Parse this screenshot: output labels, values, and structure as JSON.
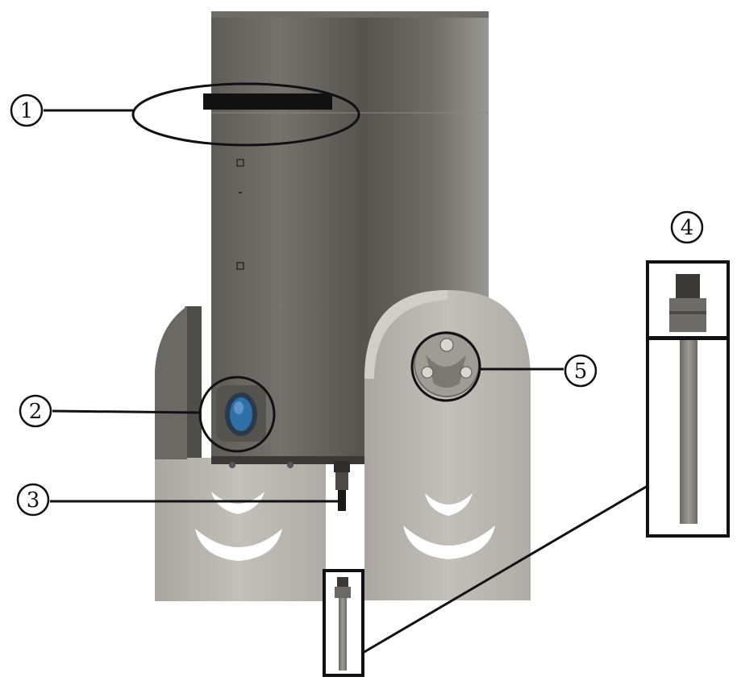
{
  "callouts": [
    {
      "id": 1,
      "label": "1"
    },
    {
      "id": 2,
      "label": "2"
    },
    {
      "id": 3,
      "label": "3"
    },
    {
      "id": 4,
      "label": "4"
    },
    {
      "id": 5,
      "label": "5"
    }
  ],
  "colors": {
    "background": "#ffffff",
    "tube_dark": "#4a4843",
    "tube_light": "#8b8a84",
    "bracket": "#b7b5ad",
    "bracket_shadow": "#6f6d67",
    "button_blue": "#2f6fa8",
    "outline": "#111111"
  }
}
